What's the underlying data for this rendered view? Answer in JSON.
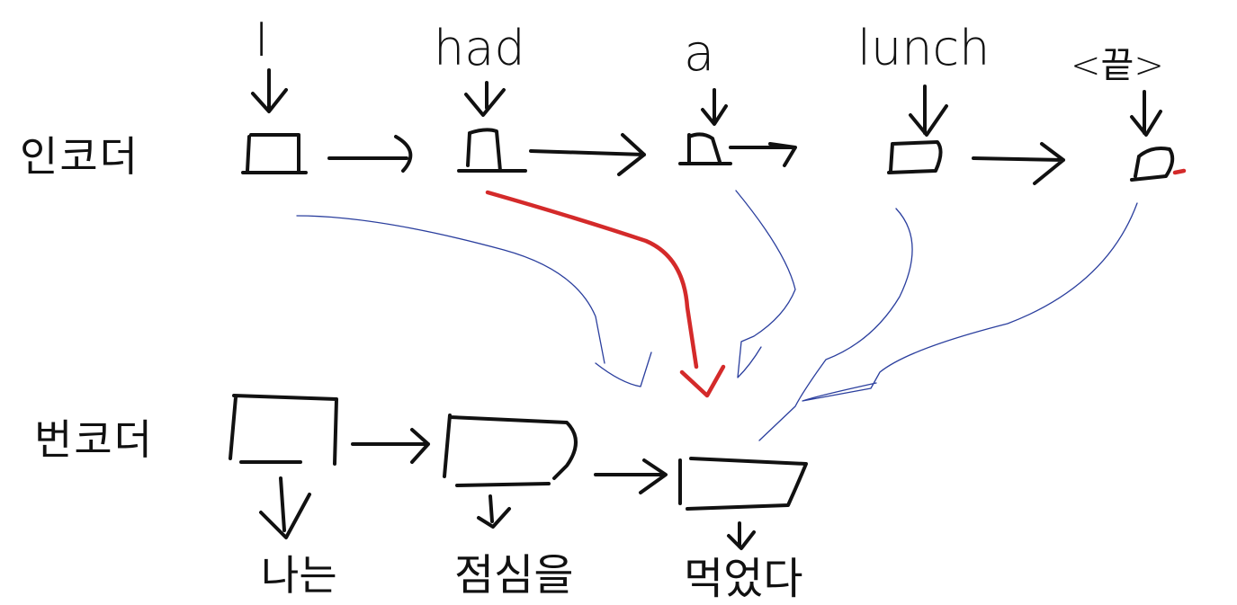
{
  "labels": {
    "english_row": "인코더",
    "korean_row": "번코더"
  },
  "input_words": [
    "I",
    "had",
    "a",
    "lunch",
    "<끝>"
  ],
  "output_words": [
    "나는",
    "점심을",
    "먹었다"
  ],
  "colors": {
    "ink": "#111111",
    "attention": "#2b3f9e",
    "focus": "#d42a2a"
  }
}
